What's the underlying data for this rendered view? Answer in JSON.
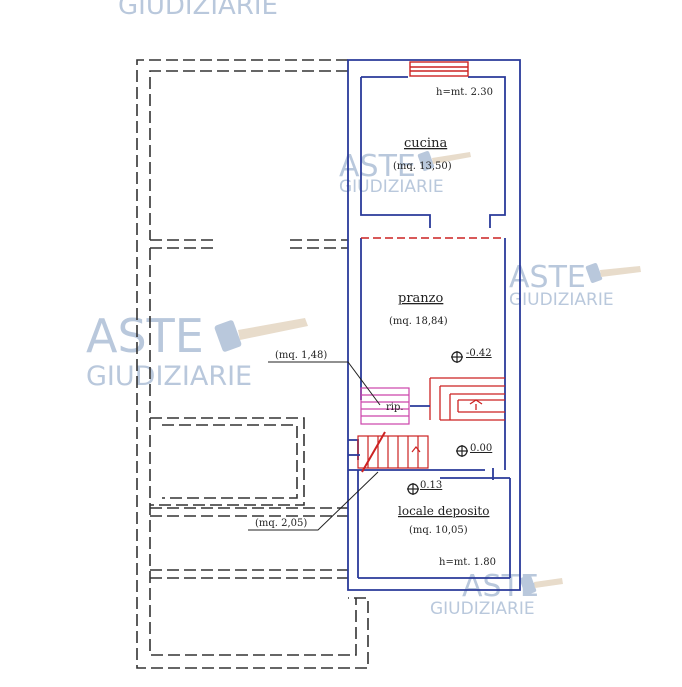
{
  "watermark": {
    "line1": "ASTE",
    "line2": "GIUDIZIARIE",
    "color": "#b9c8dc",
    "hammer_color": "#e8dccb"
  },
  "colors": {
    "wall": "#2a3a9a",
    "dashed_wall": "#333333",
    "red_detail": "#cc2222",
    "stair_magenta": "#cc44aa",
    "text": "#222222"
  },
  "rooms": {
    "cucina": {
      "name": "cucina",
      "area": "(mq. 13,50)"
    },
    "pranzo": {
      "name": "pranzo",
      "area": "(mq. 18,84)"
    },
    "locale_deposito": {
      "name": "locale deposito",
      "area": "(mq. 10,05)"
    }
  },
  "heights": {
    "top": "h=mt. 2.30",
    "bottom": "h=mt. 1.80"
  },
  "levels": {
    "pranzo": "-0.42",
    "stair_landing": "0.00",
    "deposito": "0.13"
  },
  "annotations": {
    "rip": "rip.",
    "callout_upper": "(mq. 1,48)",
    "callout_lower": "(mq. 2,05)"
  }
}
